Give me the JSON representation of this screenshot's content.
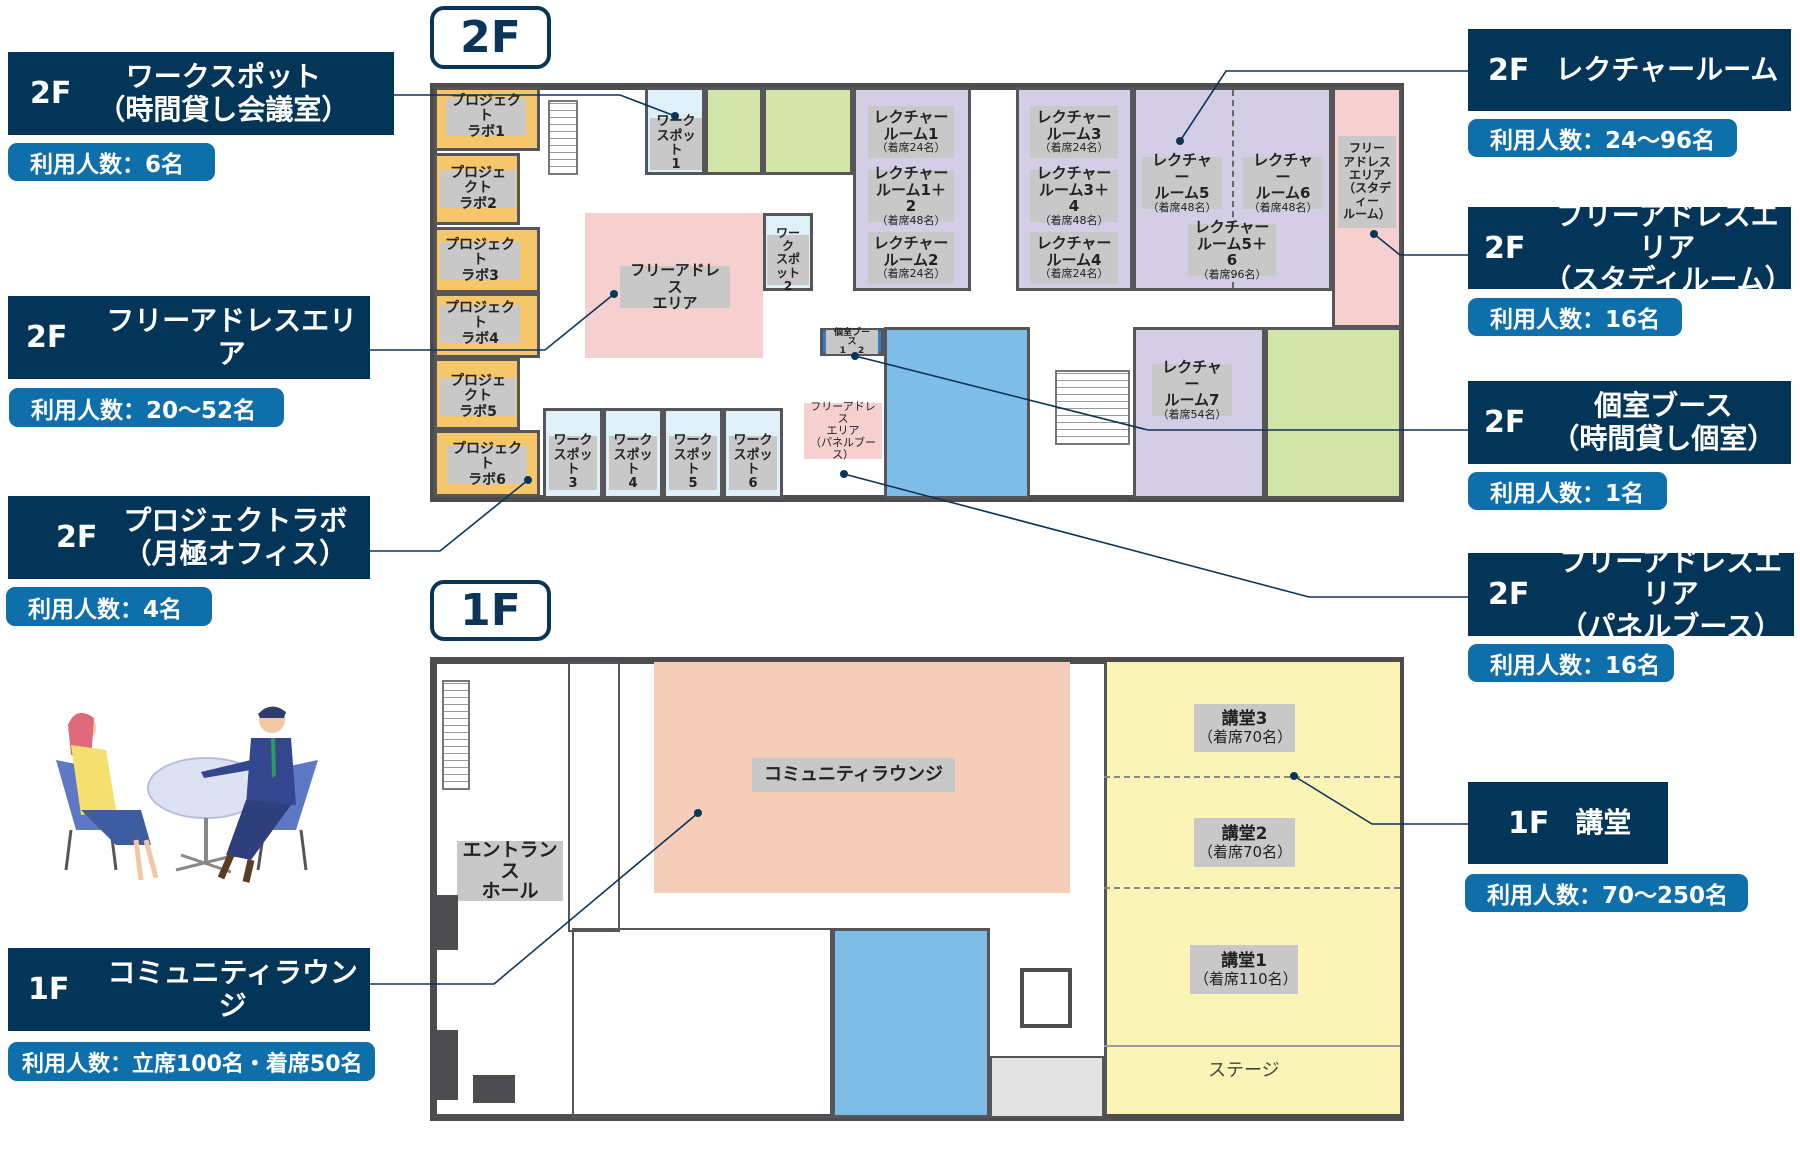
{
  "floors": {
    "f2": "2F",
    "f1": "1F"
  },
  "callouts": [
    {
      "floor": "2F",
      "name": "ワークスポット\n（時間貸し会議室）",
      "capacity": "利用人数：6名"
    },
    {
      "floor": "2F",
      "name": "フリーアドレスエリア",
      "capacity": "利用人数：20〜52名"
    },
    {
      "floor": "2F",
      "name": "プロジェクトラボ\n（月極オフィス）",
      "capacity": "利用人数：4名"
    },
    {
      "floor": "1F",
      "name": "コミュニティラウンジ",
      "capacity": "利用人数：立席100名・着席50名"
    },
    {
      "floor": "2F",
      "name": "レクチャールーム",
      "capacity": "利用人数：24〜96名"
    },
    {
      "floor": "2F",
      "name": "フリーアドレスエリア\n（スタディルーム）",
      "capacity": "利用人数：16名"
    },
    {
      "floor": "2F",
      "name": "個室ブース\n（時間貸し個室）",
      "capacity": "利用人数：1名"
    },
    {
      "floor": "2F",
      "name": "フリーアドレスエリア\n（パネルブース）",
      "capacity": "利用人数：16名"
    },
    {
      "floor": "1F",
      "name": "講堂",
      "capacity": "利用人数：70〜250名"
    }
  ],
  "f2_rooms": {
    "labs": [
      "プロジェクト\nラボ1",
      "プロジェクト\nラボ2",
      "プロジェクト\nラボ3",
      "プロジェクト\nラボ4",
      "プロジェクト\nラボ5",
      "プロジェクト\nラボ6"
    ],
    "ws1": "ワーク\nスポット\n1",
    "ws2": "ワーク\nスポット\n2",
    "ws_bottom": [
      "ワーク\nスポット\n3",
      "ワーク\nスポット\n4",
      "ワーク\nスポット\n5",
      "ワーク\nスポット\n6"
    ],
    "free": "フリーアドレス\nエリア",
    "lectures": [
      {
        "name": "レクチャー\nルーム1",
        "seats": "（着席24名）"
      },
      {
        "name": "レクチャー\nルーム1＋2",
        "seats": "（着席48名）"
      },
      {
        "name": "レクチャー\nルーム2",
        "seats": "（着席24名）"
      },
      {
        "name": "レクチャー\nルーム3",
        "seats": "（着席24名）"
      },
      {
        "name": "レクチャー\nルーム3＋4",
        "seats": "（着席48名）"
      },
      {
        "name": "レクチャー\nルーム4",
        "seats": "（着席24名）"
      },
      {
        "name": "レクチャー\nルーム5",
        "seats": "（着席48名）"
      },
      {
        "name": "レクチャー\nルーム6",
        "seats": "（着席48名）"
      },
      {
        "name": "レクチャー\nルーム5＋6",
        "seats": "（着席96名）"
      },
      {
        "name": "レクチャー\nルーム7",
        "seats": "（着席54名）"
      }
    ],
    "study": "フリー\nアドレス\nエリア\n（スタディー\nルーム）",
    "booth": "個室ブース\n1　 2",
    "panel": "フリーアドレス\nエリア\n（パネルブース）"
  },
  "f1_rooms": {
    "lounge": "コミュニティラウンジ",
    "entrance": "エントランス\nホール",
    "halls": [
      {
        "name": "講堂3",
        "seats": "（着席70名）"
      },
      {
        "name": "講堂2",
        "seats": "（着席70名）"
      },
      {
        "name": "講堂1",
        "seats": "（着席110名）"
      }
    ],
    "stage": "ステージ"
  },
  "colors": {
    "navy": "#033559",
    "badge": "#0f6fab"
  }
}
